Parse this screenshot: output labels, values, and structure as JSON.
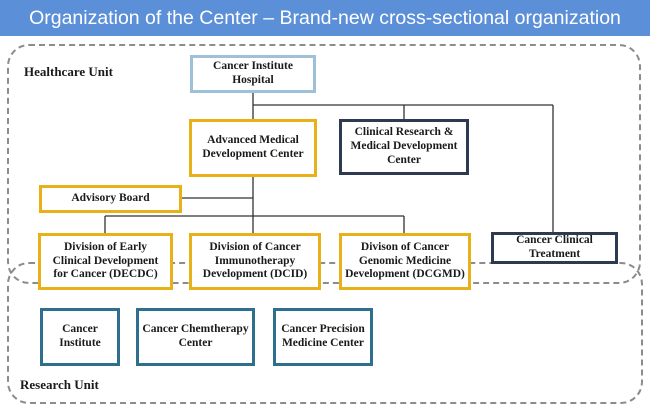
{
  "header": {
    "title": "Organization of the Center – Brand-new cross-sectional organization"
  },
  "units": {
    "healthcare": "Healthcare Unit",
    "research": "Research Unit"
  },
  "boxes": {
    "hospital": "Cancer Institute\nHospital",
    "amdc": "Advanced Medical\nDevelopment Center",
    "clinical_research": "Clinical Research &\nMedical Development\nCenter",
    "advisory": "Advisory Board",
    "decdc": "Division of Early\nClinical Development\nfor Cancer (DECDC)",
    "dcid": "Division of Cancer\nImmunotherapy\nDevelopment (DCID)",
    "dcgmd": "Divison of Cancer\nGenomic Medicine\nDevelopment (DCGMD)",
    "clinical_treatment": "Cancer Clinical\nTreatment",
    "cancer_institute": "Cancer\nInstitute",
    "chemo": "Cancer Chemtherapy\nCenter",
    "precision": "Cancer Precision\nMedicine Center"
  },
  "colors": {
    "header": "#5b8fd8",
    "gold": "#e8b117",
    "navy": "#2e3a52",
    "light_blue": "#9ec1d9",
    "teal": "#2d6f8c"
  }
}
